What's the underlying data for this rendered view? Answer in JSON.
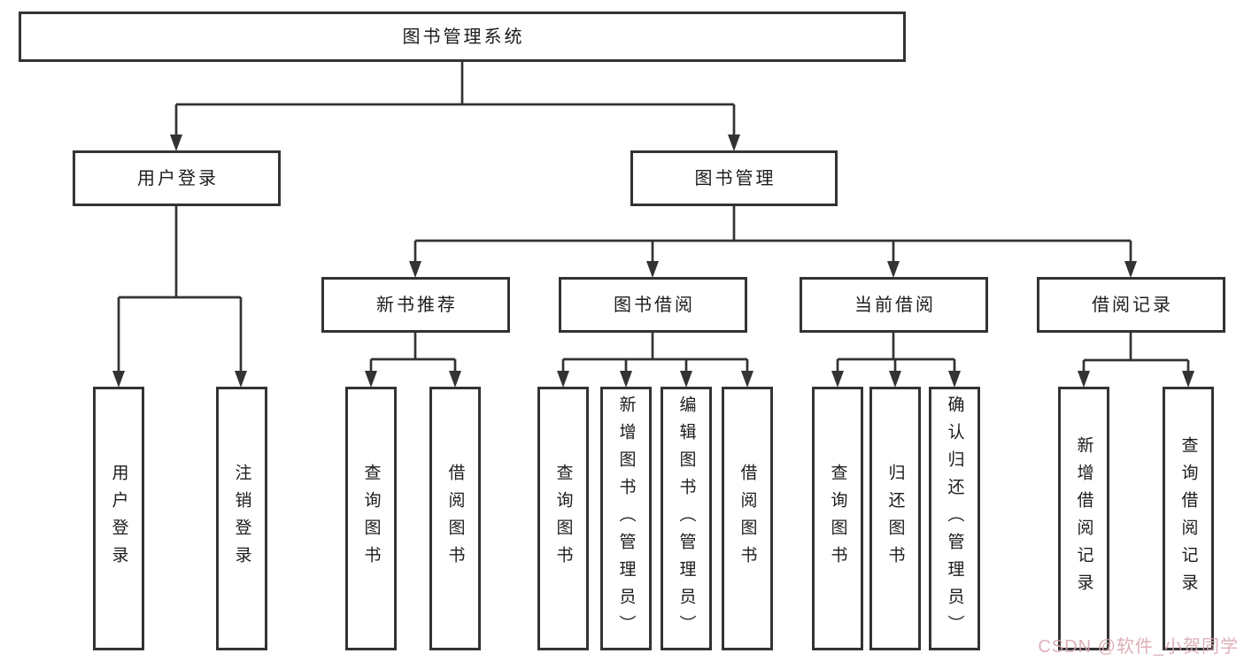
{
  "tree": {
    "label": "图书管理系统",
    "children": [
      {
        "label": "用户登录",
        "children": [
          {
            "label": "用户登录"
          },
          {
            "label": "注销登录"
          }
        ]
      },
      {
        "label": "图书管理",
        "children": [
          {
            "label": "新书推荐",
            "children": [
              {
                "label": "查询图书"
              },
              {
                "label": "借阅图书"
              }
            ]
          },
          {
            "label": "图书借阅",
            "children": [
              {
                "label": "查询图书"
              },
              {
                "label": "新增图书（管理员）"
              },
              {
                "label": "编辑图书（管理员）"
              },
              {
                "label": "借阅图书"
              }
            ]
          },
          {
            "label": "当前借阅",
            "children": [
              {
                "label": "查询图书"
              },
              {
                "label": "归还图书"
              },
              {
                "label": "确认归还（管理员）"
              }
            ]
          },
          {
            "label": "借阅记录",
            "children": [
              {
                "label": "新增借阅记录"
              },
              {
                "label": "查询借阅记录"
              }
            ]
          }
        ]
      }
    ]
  },
  "watermark": {
    "text": "CSDN @软件_小贺同学",
    "color": "#d9a2ac"
  },
  "colors": {
    "line": "#333333",
    "box_border": "#333333",
    "text": "#1c1c1c",
    "background": "#ffffff"
  }
}
